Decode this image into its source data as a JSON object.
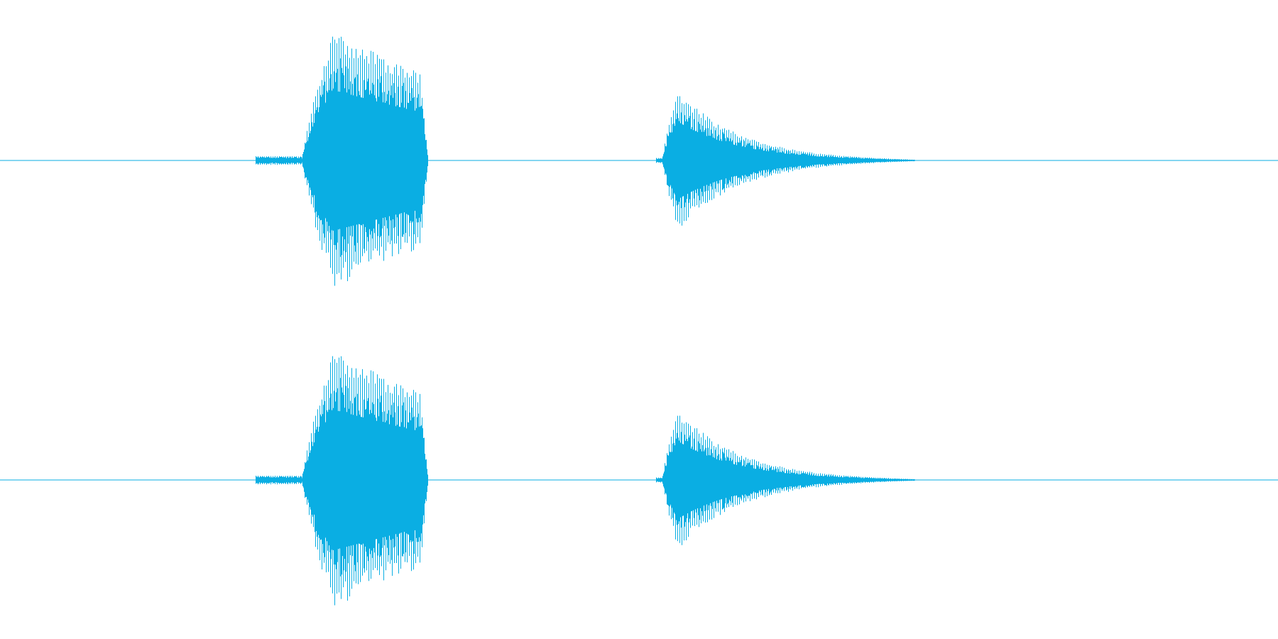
{
  "colors": {
    "background": "#ffffff",
    "waveform": "#0aaee3"
  },
  "waveform": {
    "channels": [
      {
        "name": "",
        "bursts": [
          {
            "start": 0.2,
            "onset": 0.236,
            "peak": 0.26,
            "end": 0.335,
            "level": 0.95,
            "decay": "slow"
          },
          {
            "start": 0.513,
            "onset": 0.518,
            "peak": 0.53,
            "end": 0.716,
            "level": 0.53,
            "decay": "fast"
          }
        ]
      },
      {
        "name": "",
        "bursts": [
          {
            "start": 0.2,
            "onset": 0.236,
            "peak": 0.26,
            "end": 0.335,
            "level": 0.95,
            "decay": "slow"
          },
          {
            "start": 0.513,
            "onset": 0.518,
            "peak": 0.53,
            "end": 0.716,
            "level": 0.53,
            "decay": "fast"
          }
        ]
      }
    ]
  }
}
